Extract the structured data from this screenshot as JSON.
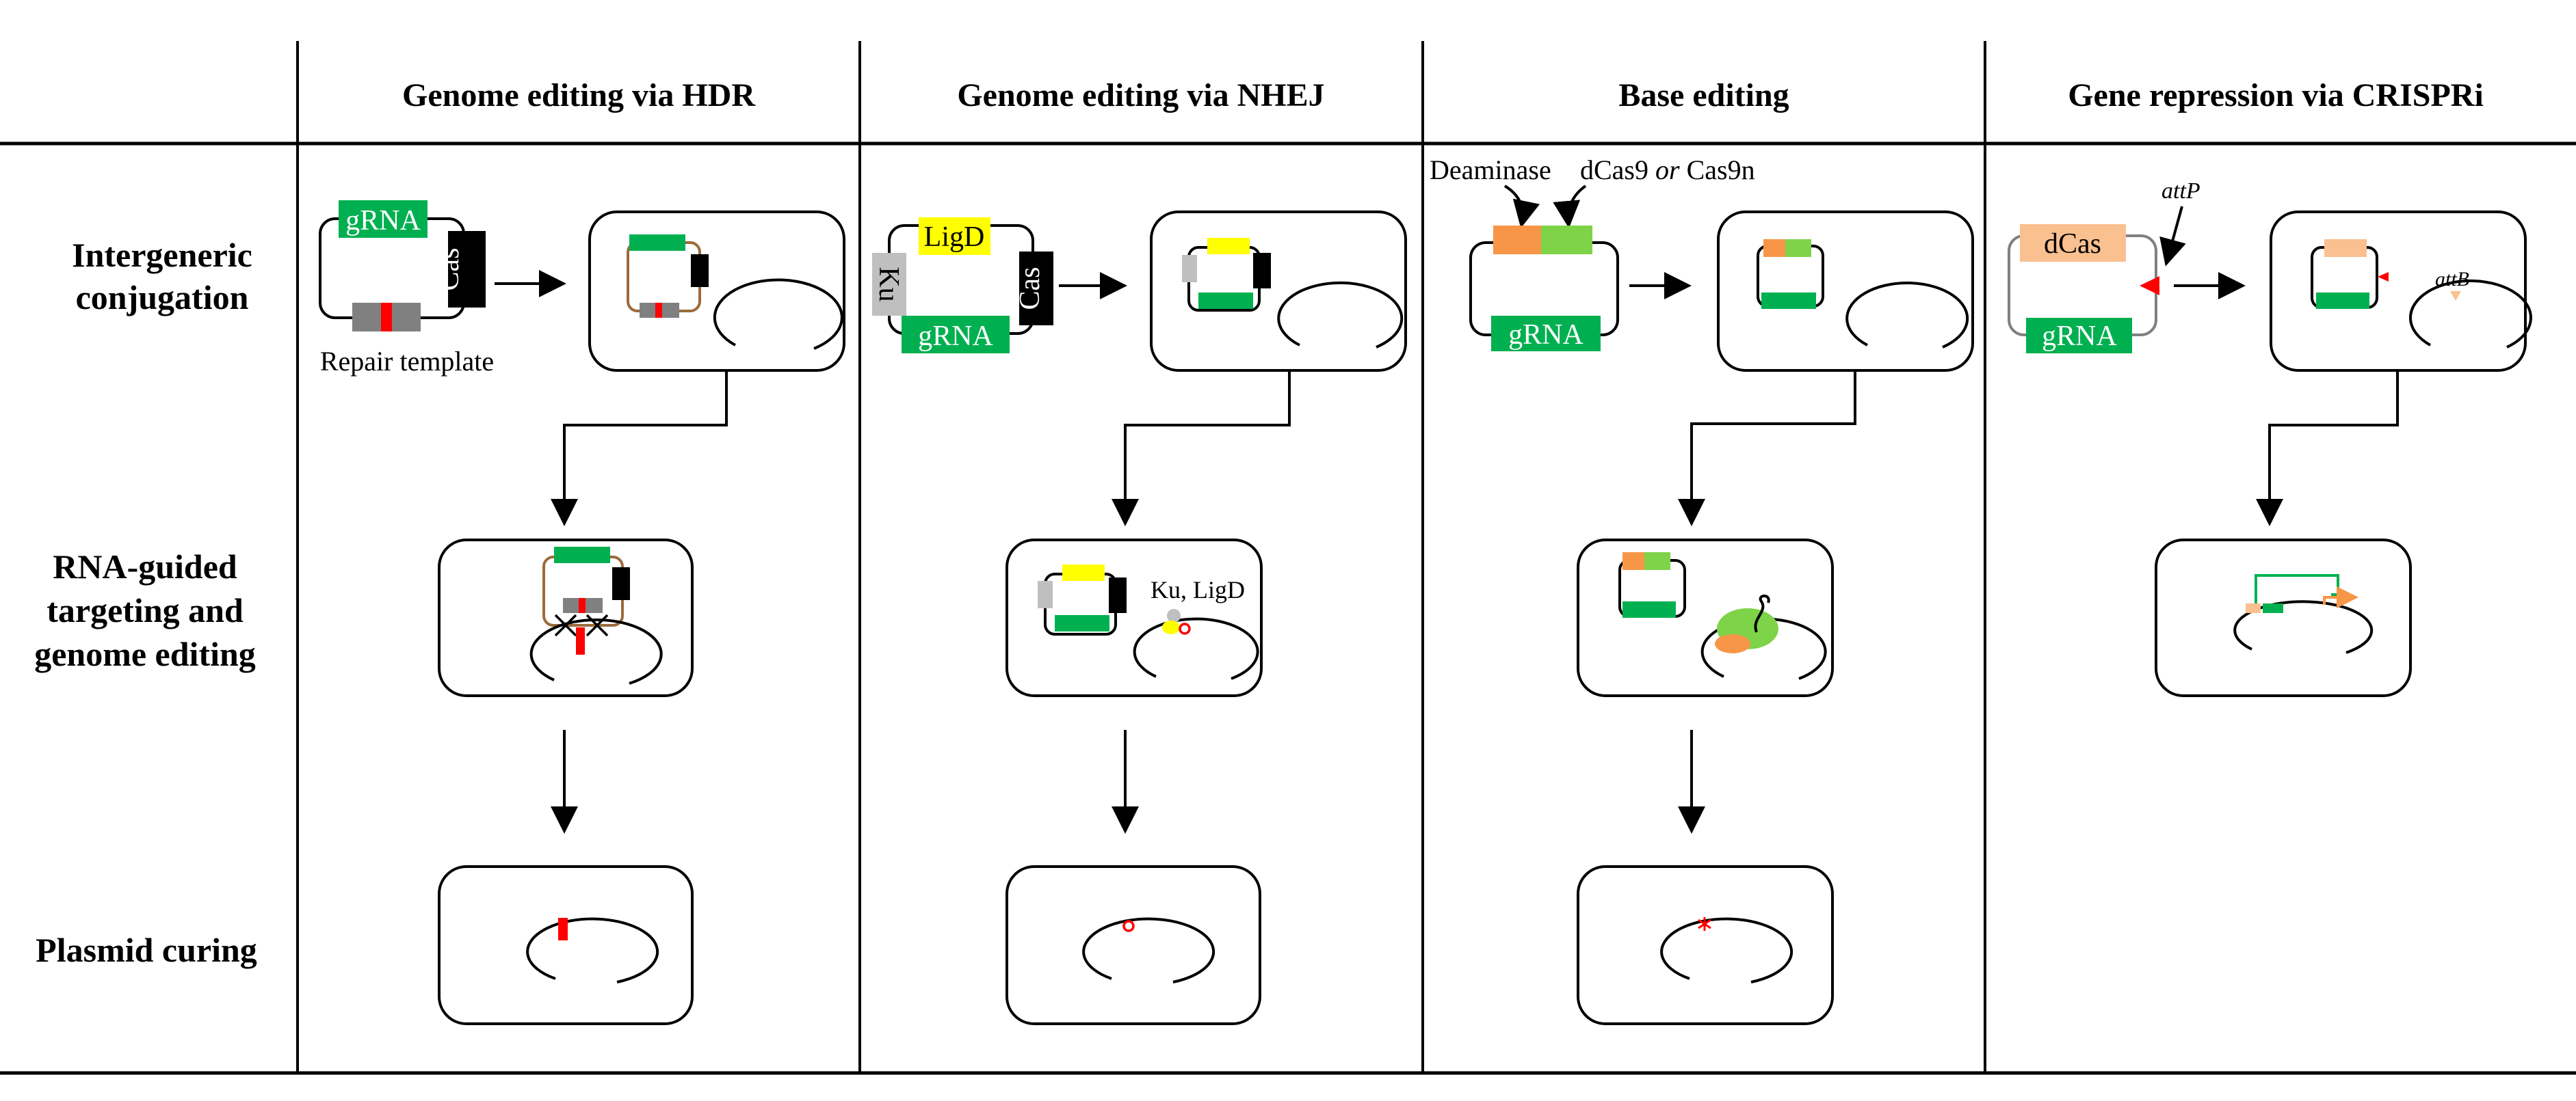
{
  "columns": [
    "Genome editing via HDR",
    "Genome editing via NHEJ",
    "Base editing",
    "Gene repression via CRISPRi"
  ],
  "rows": [
    [
      "Intergeneric",
      "conjugation"
    ],
    [
      "RNA-guided",
      "targeting and",
      "genome editing"
    ],
    [
      "Plasmid curing"
    ]
  ],
  "labels": {
    "gRNA": "gRNA",
    "cas": "Cas",
    "repair_template": "Repair template",
    "ligd": "LigD",
    "ku": "Ku",
    "ku_ligd": "Ku, LigD",
    "deaminase": "Deaminase",
    "dcas9": "dCas9",
    "or": "or",
    "cas9n": "Cas9n",
    "dcas": "dCas",
    "attp": "attP",
    "attb": "attB"
  },
  "colors": {
    "grna_green": "#00b050",
    "ligd_yellow": "#ffff00",
    "ku_gray": "#bfbfbf",
    "deaminase_orange": "#f79646",
    "dcas9_green": "#7ed348",
    "dcas_peach": "#fac090",
    "mutation_red": "#ff0000",
    "template_gray": "#808080",
    "plasmid_brown": "#9c6b3c"
  }
}
